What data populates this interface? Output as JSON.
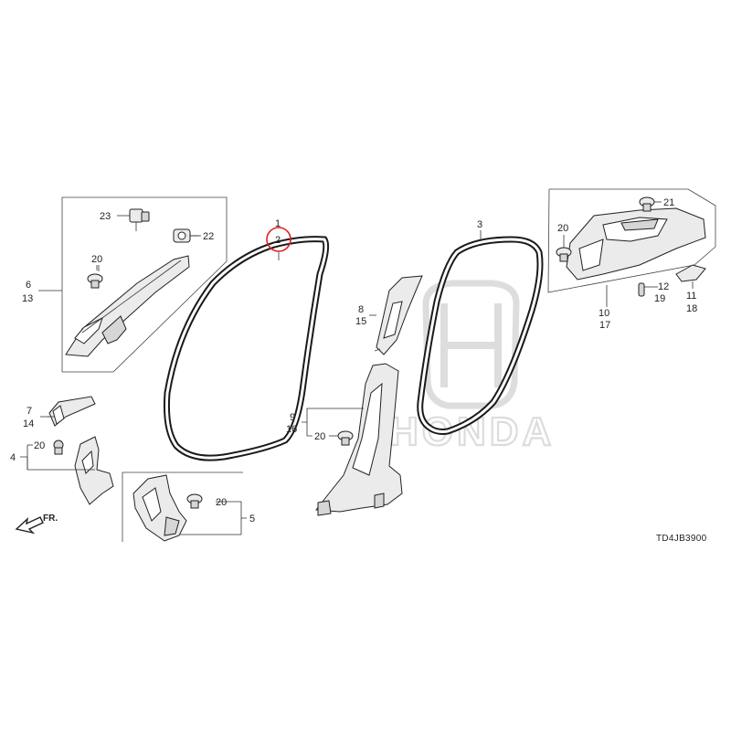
{
  "diagram": {
    "callouts": [
      {
        "id": "c1",
        "text": "1"
      },
      {
        "id": "c2",
        "text": "2"
      },
      {
        "id": "c3",
        "text": "3"
      },
      {
        "id": "c4",
        "text": "4"
      },
      {
        "id": "c5",
        "text": "5"
      },
      {
        "id": "c6",
        "text": "6"
      },
      {
        "id": "c7",
        "text": "7"
      },
      {
        "id": "c8",
        "text": "8"
      },
      {
        "id": "c9",
        "text": "9"
      },
      {
        "id": "c10",
        "text": "10"
      },
      {
        "id": "c11",
        "text": "11"
      },
      {
        "id": "c12",
        "text": "12"
      },
      {
        "id": "c13",
        "text": "13"
      },
      {
        "id": "c14",
        "text": "14"
      },
      {
        "id": "c15",
        "text": "15"
      },
      {
        "id": "c16",
        "text": "16"
      },
      {
        "id": "c17",
        "text": "17"
      },
      {
        "id": "c18",
        "text": "18"
      },
      {
        "id": "c19",
        "text": "19"
      },
      {
        "id": "c20a",
        "text": "20"
      },
      {
        "id": "c20b",
        "text": "20"
      },
      {
        "id": "c20c",
        "text": "20"
      },
      {
        "id": "c20d",
        "text": "20"
      },
      {
        "id": "c20e",
        "text": "20"
      },
      {
        "id": "c21",
        "text": "21"
      },
      {
        "id": "c22",
        "text": "22"
      },
      {
        "id": "c23",
        "text": "23"
      }
    ],
    "highlight_color": "#e02020",
    "front_label": "FR.",
    "diagram_code": "TD4JB3900",
    "watermark": "HONDA"
  }
}
